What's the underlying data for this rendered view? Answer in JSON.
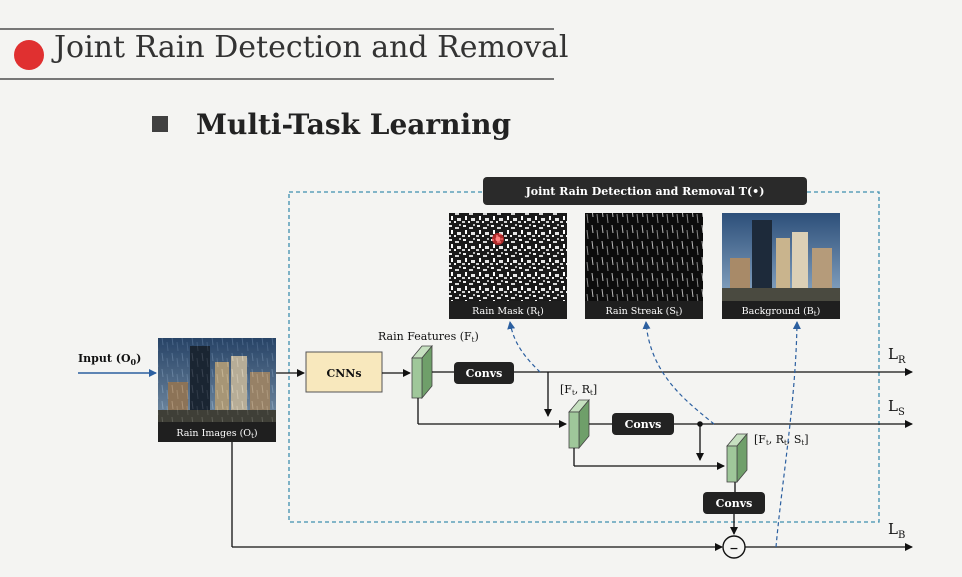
{
  "title": "Joint Rain Detection and Removal",
  "subtitle": "Multi-Task Learning",
  "colors": {
    "title_dot": "#e03030",
    "dashed_border": "#3f8fae",
    "cnn_box": "#f8e8bd",
    "feature_block": "#9fc79a",
    "dark_box": "#222222"
  },
  "diagram": {
    "module_title": "Joint Rain Detection and Removal T(•)",
    "input_label": "Input (O",
    "input_sub": "0",
    "rain_image_caption": "Rain Images (O",
    "rain_image_sub": "t",
    "cnn_label": "CNNs",
    "rain_features_label": "Rain Features (F",
    "rain_features_sub": "t",
    "convs_label": "Convs",
    "fr_label": "[F",
    "fr_sub1": "t",
    "fr_mid": ", R",
    "fr_sub2": "t",
    "fr_end": "]",
    "frs_label": "[F",
    "frs_sub1": "t",
    "frs_mid1": ", R",
    "frs_sub2": "t",
    "frs_mid2": ", S",
    "frs_sub3": "t",
    "frs_end": "]",
    "rain_mask_caption": "Rain Mask (R",
    "rain_mask_sub": "t",
    "rain_streak_caption": "Rain Streak (S",
    "rain_streak_sub": "t",
    "background_caption": "Background (B",
    "background_sub": "t",
    "loss_r": "L",
    "loss_r_sub": "R",
    "loss_s": "L",
    "loss_s_sub": "S",
    "loss_b": "L",
    "loss_b_sub": "B",
    "minus_symbol": "−",
    "close_paren": ")"
  }
}
